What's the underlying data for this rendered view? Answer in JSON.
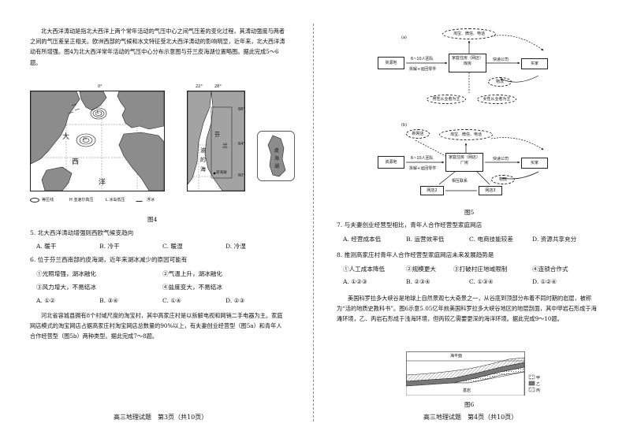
{
  "left": {
    "intro1": "北大西洋涛动是指北大西洋上两个常年活动的气压中心之间气压差的变化过程，其涛动强度与两者之间的气压差呈正相关。欧洲西部的气候和水文特征受北大西洋涛动的影响明显，近年来，北大西洋涛动有所增强。图4为北大西洋常年活动的气压中心分布示意图与芬兰皮海湖位置略图。据此完成5～6题。",
    "fig4": {
      "lon0": "0°",
      "lon22": "22°",
      "lon28": "28°",
      "lat68": "68°",
      "lat64": "64°",
      "lat60": "60°",
      "sea_big": "大",
      "sea_west": "西",
      "sea_ocean": "洋",
      "label_H": "H",
      "label_L": "L",
      "inset_a": "皮",
      "inset_b": "海",
      "inset_c": "湖",
      "baltic_a": "波",
      "baltic_b": "的",
      "baltic_c": "海",
      "finland_a": "芬",
      "finland_b": "兰",
      "lake_name": "皮海湖",
      "legend_isobar": "等压线",
      "legend_H": "H 亚速尔高压",
      "legend_L": "L 冰岛低压",
      "legend_ice": "浮冰",
      "caption": "图4"
    },
    "q5": "5. 北大西洋涛动增强则西欧气候变趋向",
    "q5_opts": [
      "A. 暖干",
      "B. 冷干",
      "C. 暖湿",
      "D. 冷湿"
    ],
    "q6": "6. 位于芬兰西南部的皮海湖，近年来湖冰减少的原因可能有",
    "q6_items": [
      "①光照增强，湖冰融化",
      "②气温上升，湖冰融化",
      "③风力增大，不易结冰",
      "④盐度变大，不易结冰"
    ],
    "q6_opts": [
      "A. ①②",
      "B. ③④",
      "C. ①④",
      "D. ②③"
    ],
    "intro2": "河北省容城县拥有8个村域尺度的淘宝村，其中高家庄村是以拆解电视和网销二手电器为主。家庭网店模式的淘宝网店占据高家庄村淘宝网店总数量的90%以上，有夫妻创业经营型（图5a）和青年人合作经营型（图5b）两种类型。据此完成7～8题。",
    "footer": "高三地理试题　第3页（共10页）"
  },
  "right": {
    "fig5a": {
      "tag": "(a)",
      "top": "淘宝、微信、电话",
      "source": "资源地",
      "team": "6~10人团队",
      "sub": "拆解+运回零件",
      "home": "家庭住房（网店）",
      "store": "库房",
      "express": "快递公司",
      "buyer": "买家",
      "logistics": "物流",
      "male": "男性从业者为主",
      "female": "女性从业者为主"
    },
    "fig5b": {
      "tag": "(b)",
      "top": "淘宝、微信、电话",
      "newnet": "新网店",
      "source": "资源地",
      "team": "6~10人团队",
      "sub": "拆解+运回零件",
      "home": "家庭住房（网店）",
      "factory": "厂房",
      "express": "快递公司",
      "buyer": "买家",
      "logistics": "物流",
      "contact": "相互联系",
      "shop2": "网店2",
      "shop3": "网店3"
    },
    "fig5_caption": "图5",
    "q7": "7. 与夫妻创业经营型相比，青年人合作经营型家庭网店",
    "q7_opts": [
      "A. 经营成本低",
      "B. 运营效率低",
      "C. 电商技能较差",
      "D. 资源共享充分"
    ],
    "q8": "8. 推测高家庄村青年人合作经营型家庭网店未来发展趋势是",
    "q8_items": [
      "①人工成本降低",
      "②规模更大",
      "③打破村庄地域限制",
      "④连锁合作式"
    ],
    "q8_opts": [
      "A. ①②③",
      "B. ②③④",
      "C. ①③④",
      "D. ①②④"
    ],
    "intro3": "美国科罗拉多大峡谷是地球上自然景观七大奇景之一，从谷底到顶部分布着不同时期的岩层，被称为“活的地质史教科书”。图6示意5.05亿年前美国科罗拉多大峡谷地区的地层剖面，其中甲岩石形成于海滩环境，乙、丙岩石形成于浅海环境，但丙较乙需要更深的海洋环境。据此完成9～10题。",
    "fig6": {
      "sea_level": "海平面",
      "bedrock": "基岩",
      "jia": "甲",
      "yi": "乙",
      "bing": "丙",
      "caption": "图6"
    },
    "footer": "高三地理试题　第4页（共10页）"
  }
}
